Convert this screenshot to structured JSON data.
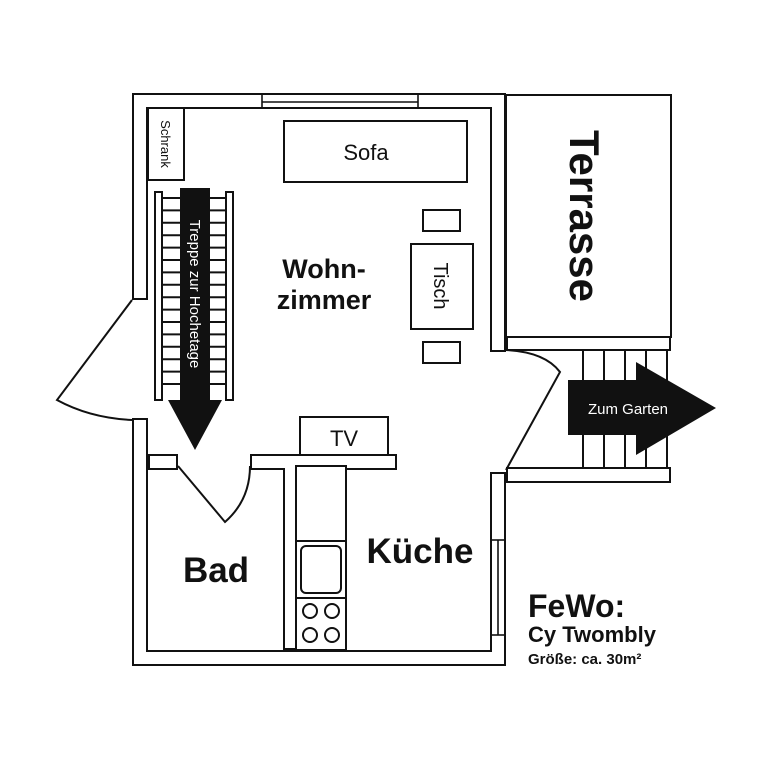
{
  "rooms": {
    "living": {
      "line1": "Wohn-",
      "line2": "zimmer"
    },
    "bath": "Bad",
    "kitchen": "Küche",
    "terrace": "Terrasse"
  },
  "furniture": {
    "wardrobe": "Schrank",
    "sofa": "Sofa",
    "table": "Tisch",
    "tv": "TV"
  },
  "arrows": {
    "stairs": "Treppe zur Hochetage",
    "garden": "Zum Garten"
  },
  "info": {
    "title": "FeWo:",
    "name": "Cy Twombly",
    "size": "Größe: ca. 30m²"
  },
  "colors": {
    "line": "#111111",
    "background": "#ffffff"
  }
}
